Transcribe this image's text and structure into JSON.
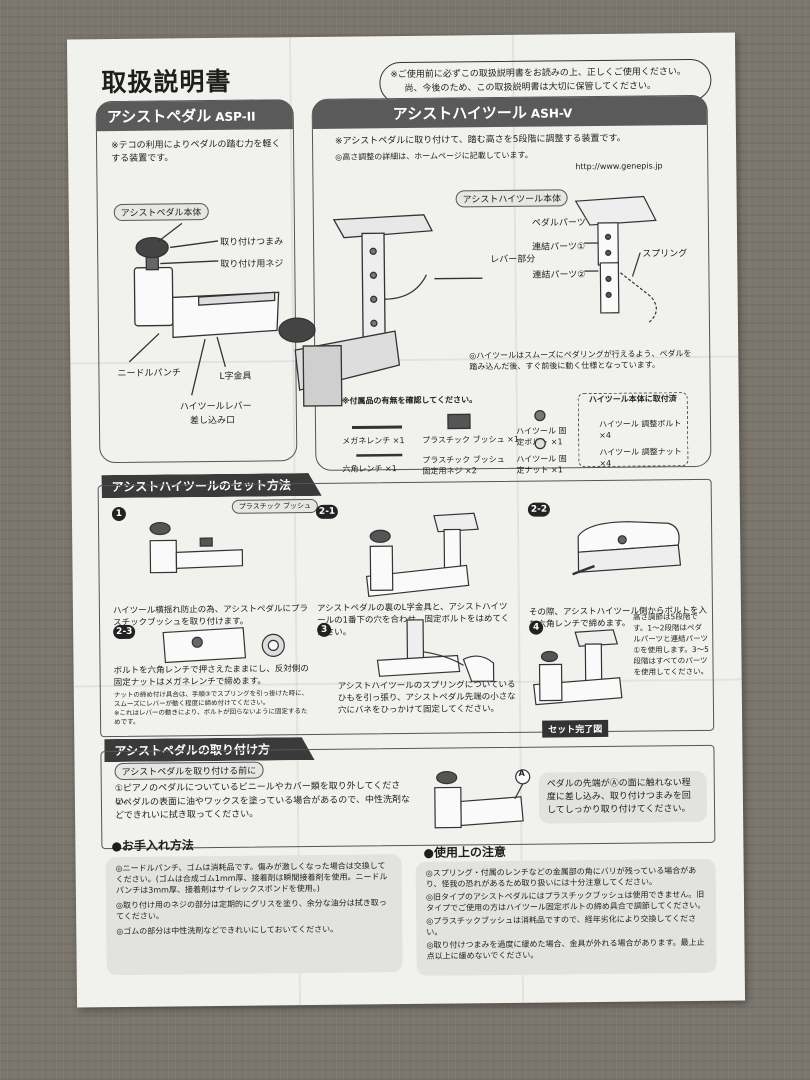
{
  "title": "取扱説明書",
  "notice": {
    "line1": "※ご使用前に必ずこの取扱説明書をお読みの上、正しくご使用ください。",
    "line2": "尚、今後のため、この取扱説明書は大切に保管してください。"
  },
  "asp": {
    "header": "アシストペダル",
    "model": "ASP-II",
    "desc": "※テコの利用によりペダルの踏む力を軽くする装置です。",
    "body_label": "アシストペダル本体",
    "labels": [
      "取り付けつまみ",
      "取り付け用ネジ",
      "ニードルパンチ",
      "L字金具",
      "ハイツールレバー",
      "差し込み口"
    ]
  },
  "ash": {
    "header": "アシストハイツール",
    "model": "ASH-V",
    "desc1": "※アシストペダルに取り付けて、踏む高さを5段階に調整する装置です。",
    "desc2": "◎高さ調整の詳細は、ホームページに記載しています。",
    "url": "http://www.genepis.jp",
    "body_label": "アシストハイツール本体",
    "labels": [
      "ペダルパーツ",
      "連結パーツ①",
      "連結パーツ②",
      "スプリング",
      "レバー部分"
    ],
    "note": "◎ハイツールはスムーズにペダリングが行えるよう、ペダルを踏み込んだ後、すぐ前後に動く仕様となっています。",
    "accessories_title": "※付属品の有無を確認してください。",
    "accessories": [
      "メガネレンチ ×1",
      "プラスチック ブッシュ ×1",
      "六角レンチ ×1",
      "プラスチック ブッシュ 固定用ネジ ×2",
      "ハイツール 固定ボルト ×1",
      "ハイツール 固定ナット ×1"
    ],
    "preinstalled_title": "ハイツール本体に取付済",
    "preinstalled": [
      "ハイツール 調整ボルト ×4",
      "ハイツール 調整ナット ×4"
    ]
  },
  "setup": {
    "header": "アシストハイツールのセット方法",
    "tag": "プラスチック ブッシュ",
    "steps": [
      {
        "num": "1",
        "text": "ハイツール横揺れ防止の為、アシストペダルにプラスチックブッシュを取り付けます。"
      },
      {
        "num": "2-1",
        "text": "アシストペダルの裏のL字金具と、アシストハイツールの1番下の穴を合わせ、固定ボルトをはめてください。"
      },
      {
        "num": "2-2",
        "text": "その際、アシストハイツール側からボルトを入れ六角レンチで締めます。"
      },
      {
        "num": "2-3",
        "text": "ボルトを六角レンチで押さえたままにし、反対側の固定ナットはメガネレンチで締めます。"
      },
      {
        "num": "3",
        "text": "アシストハイツールのスプリングについているひもを引っ張り、アシストペダル先端の小さな穴にバネをひっかけて固定してください。"
      },
      {
        "num": "4",
        "text": "高さ調節は5段階です。1〜2段階はペダルパーツと連結パーツ①を使用します。3〜5段階はすべてのパーツを使用してください。"
      }
    ],
    "step23_note1": "ナットの締め付け具合は、手順③でスプリングを引っ掛けた時に、スムーズにレバーが動く程度に締め付けてください。",
    "step23_note2": "※これはレバーの動きにより、ボルトが回らないように固定するためです。",
    "complete": "セット完了図"
  },
  "mount": {
    "header": "アシストペダルの取り付け方",
    "pre_title": "アシストペダルを取り付ける前に",
    "items": [
      "①ピアノのペダルについているビニールやカバー類を取り外してください。",
      "②ペダルの表面に油やワックスを塗っている場合があるので、中性洗剤などできれいに拭き取ってください。"
    ],
    "point": "A",
    "instruction": "ペダルの先端がⒶの面に触れない程度に差し込み、取り付けつまみを回してしっかり取り付けてください。"
  },
  "care": {
    "header": "●お手入れ方法",
    "items": [
      "◎ニードルパンチ、ゴムは消耗品です。傷みが激しくなった場合は交換してください。(ゴムは合成ゴム1mm厚、接着剤は瞬間接着剤を使用。ニードルパンチは3mm厚、接着剤はサイレックスボンドを使用。)",
      "◎取り付け用のネジの部分は定期的にグリスを塗り、余分な油分は拭き取ってください。",
      "◎ゴムの部分は中性洗剤などできれいにしておいてください。"
    ]
  },
  "caution": {
    "header": "●使用上の注意",
    "items": [
      "◎スプリング・付属のレンチなどの金属部の角にバリが残っている場合があり、怪我の恐れがあるため取り扱いには十分注意してください。",
      "◎旧タイプのアシストペダルにはプラスチックブッシュは使用できません。旧タイプでご使用の方はハイツール固定ボルトの締め具合で調節してください。",
      "◎プラスチックブッシュは消耗品ですので、経年劣化により交換してください。",
      "◎取り付けつまみを過度に緩めた場合、金具が外れる場合があります。最上止点以上に緩めないでください。"
    ]
  }
}
